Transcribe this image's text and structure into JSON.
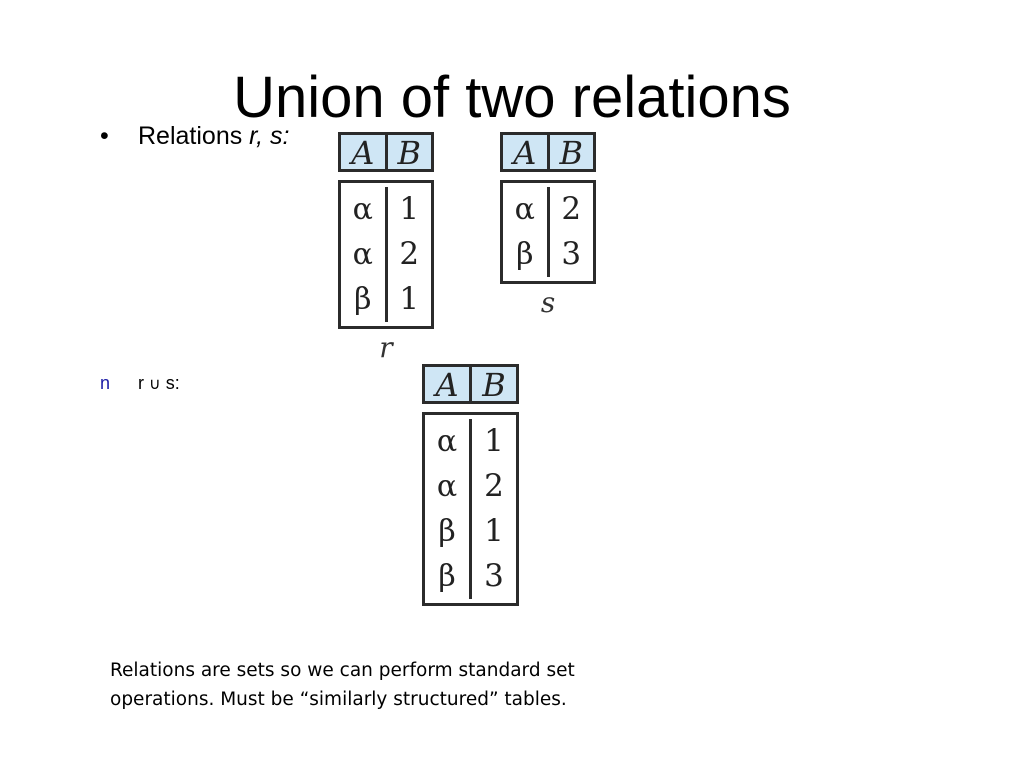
{
  "title": "Union of two relations",
  "bullet": {
    "symbol": "•",
    "text": "Relations ",
    "italic_text": "r, s:"
  },
  "union_line": {
    "marker": "n",
    "text_left": "r ",
    "symbol": "∪",
    "text_right": " s:"
  },
  "relations": {
    "r": {
      "name": "r",
      "columns": [
        "A",
        "B"
      ],
      "col_a": [
        "α",
        "α",
        "β"
      ],
      "col_b": [
        "1",
        "2",
        "1"
      ]
    },
    "s": {
      "name": "s",
      "columns": [
        "A",
        "B"
      ],
      "col_a": [
        "α",
        "β"
      ],
      "col_b": [
        "2",
        "3"
      ]
    },
    "union": {
      "columns": [
        "A",
        "B"
      ],
      "col_a": [
        "α",
        "α",
        "β",
        "β"
      ],
      "col_b": [
        "1",
        "2",
        "1",
        "3"
      ]
    }
  },
  "footnote": {
    "line1": "Relations are sets so we can perform standard set",
    "line2": "operations.  Must be “similarly structured” tables."
  },
  "colors": {
    "header_fill": "#cfe6f5",
    "border": "#2b2b2b",
    "marker": "#1a1aa6"
  }
}
